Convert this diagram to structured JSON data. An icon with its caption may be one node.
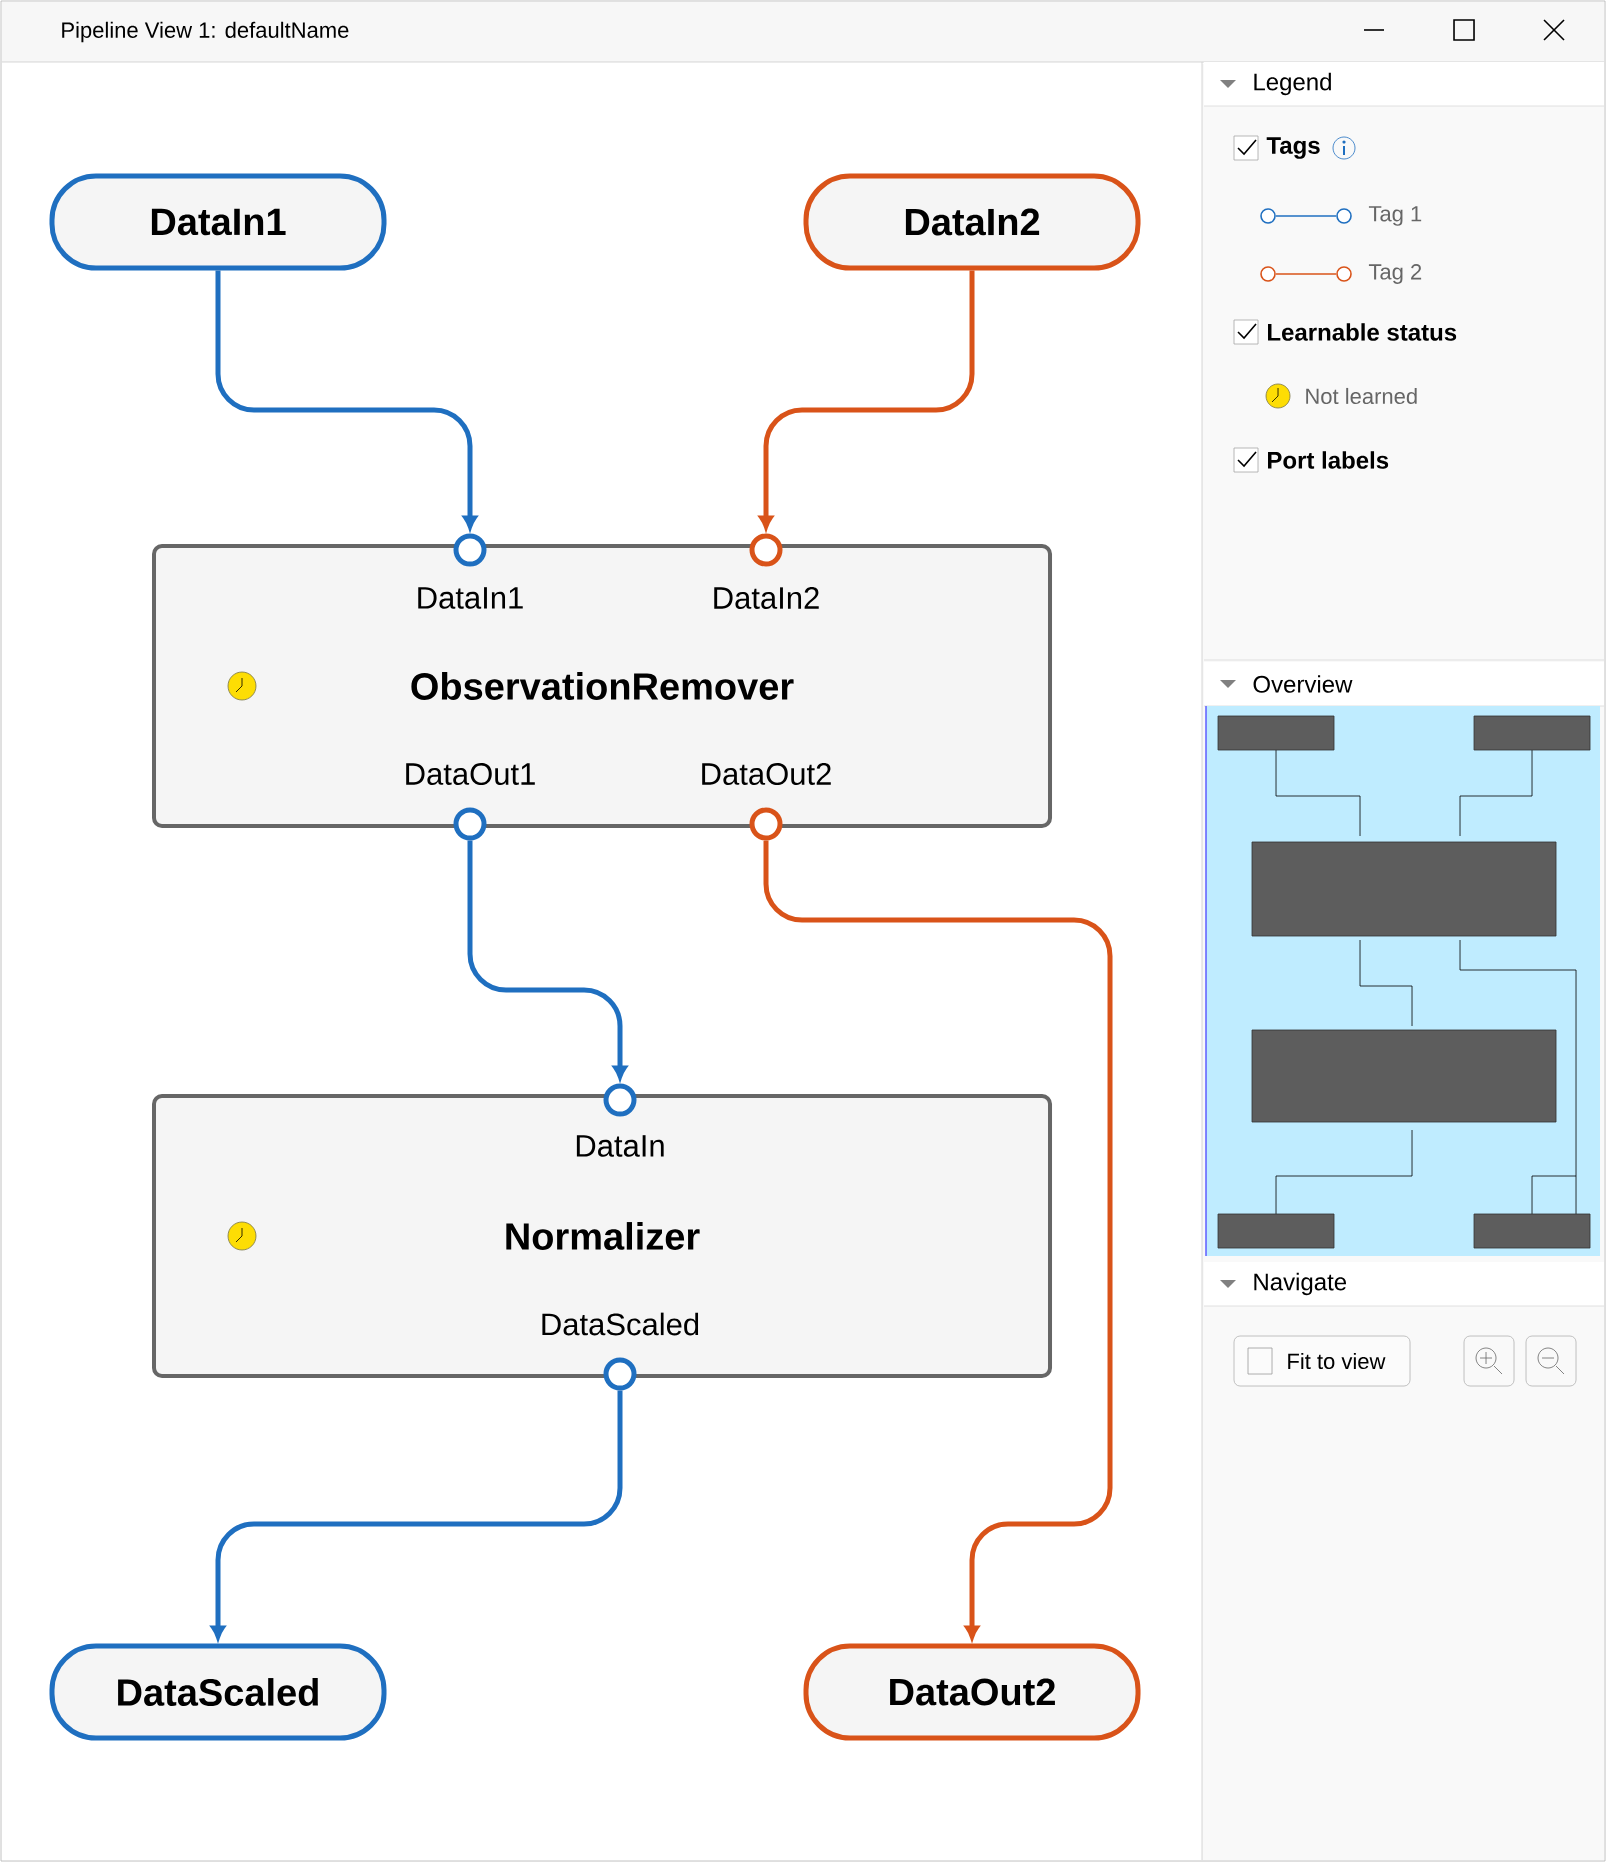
{
  "diagram": {
    "title": "Pipeline View 1: defaultName",
    "nodes": [
      {
        "text": [
          "DataIn1"
        ]
      },
      {
        "text": [
          "DataIn2"
        ]
      },
      {
        "text": [
          "ObservationRemover"
        ]
      },
      {
        "text": [
          "DataIn1"
        ],
        "in": 2
      },
      {
        "text": [
          "DataIn2"
        ],
        "in": 2
      },
      {
        "text": [
          "DataOut1"
        ],
        "in": 2
      },
      {
        "text": [
          "DataOut2"
        ],
        "in": 2
      },
      {
        "text": [
          "Normalizer"
        ]
      },
      {
        "text": [
          "DataIn"
        ],
        "in": 7
      },
      {
        "text": [
          "DataScaled"
        ],
        "in": 7
      },
      {
        "text": [
          "DataScaled"
        ]
      },
      {
        "text": [
          "DataOut2"
        ]
      }
    ],
    "edges": [
      {
        "from": 0,
        "to": 3,
        "arrow": "to",
        "color": "#1f6fc0"
      },
      {
        "from": 1,
        "to": 4,
        "arrow": "to",
        "color": "#d95319"
      },
      {
        "from": 5,
        "to": 8,
        "arrow": "to",
        "color": "#1f6fc0"
      },
      {
        "from": 6,
        "to": 11,
        "arrow": "to",
        "color": "#d95319"
      },
      {
        "from": 9,
        "to": 10,
        "arrow": "to",
        "color": "#1f6fc0"
      }
    ],
    "labels": [
      "Legend",
      "Tags",
      "Learnable status",
      "Port labels",
      "Overview",
      "Navigate",
      "Fit to view"
    ],
    "legend": [
      {
        "text": "Tag 1"
      },
      {
        "text": "Tag 2"
      },
      {
        "text": "Not learned"
      }
    ]
  }
}
